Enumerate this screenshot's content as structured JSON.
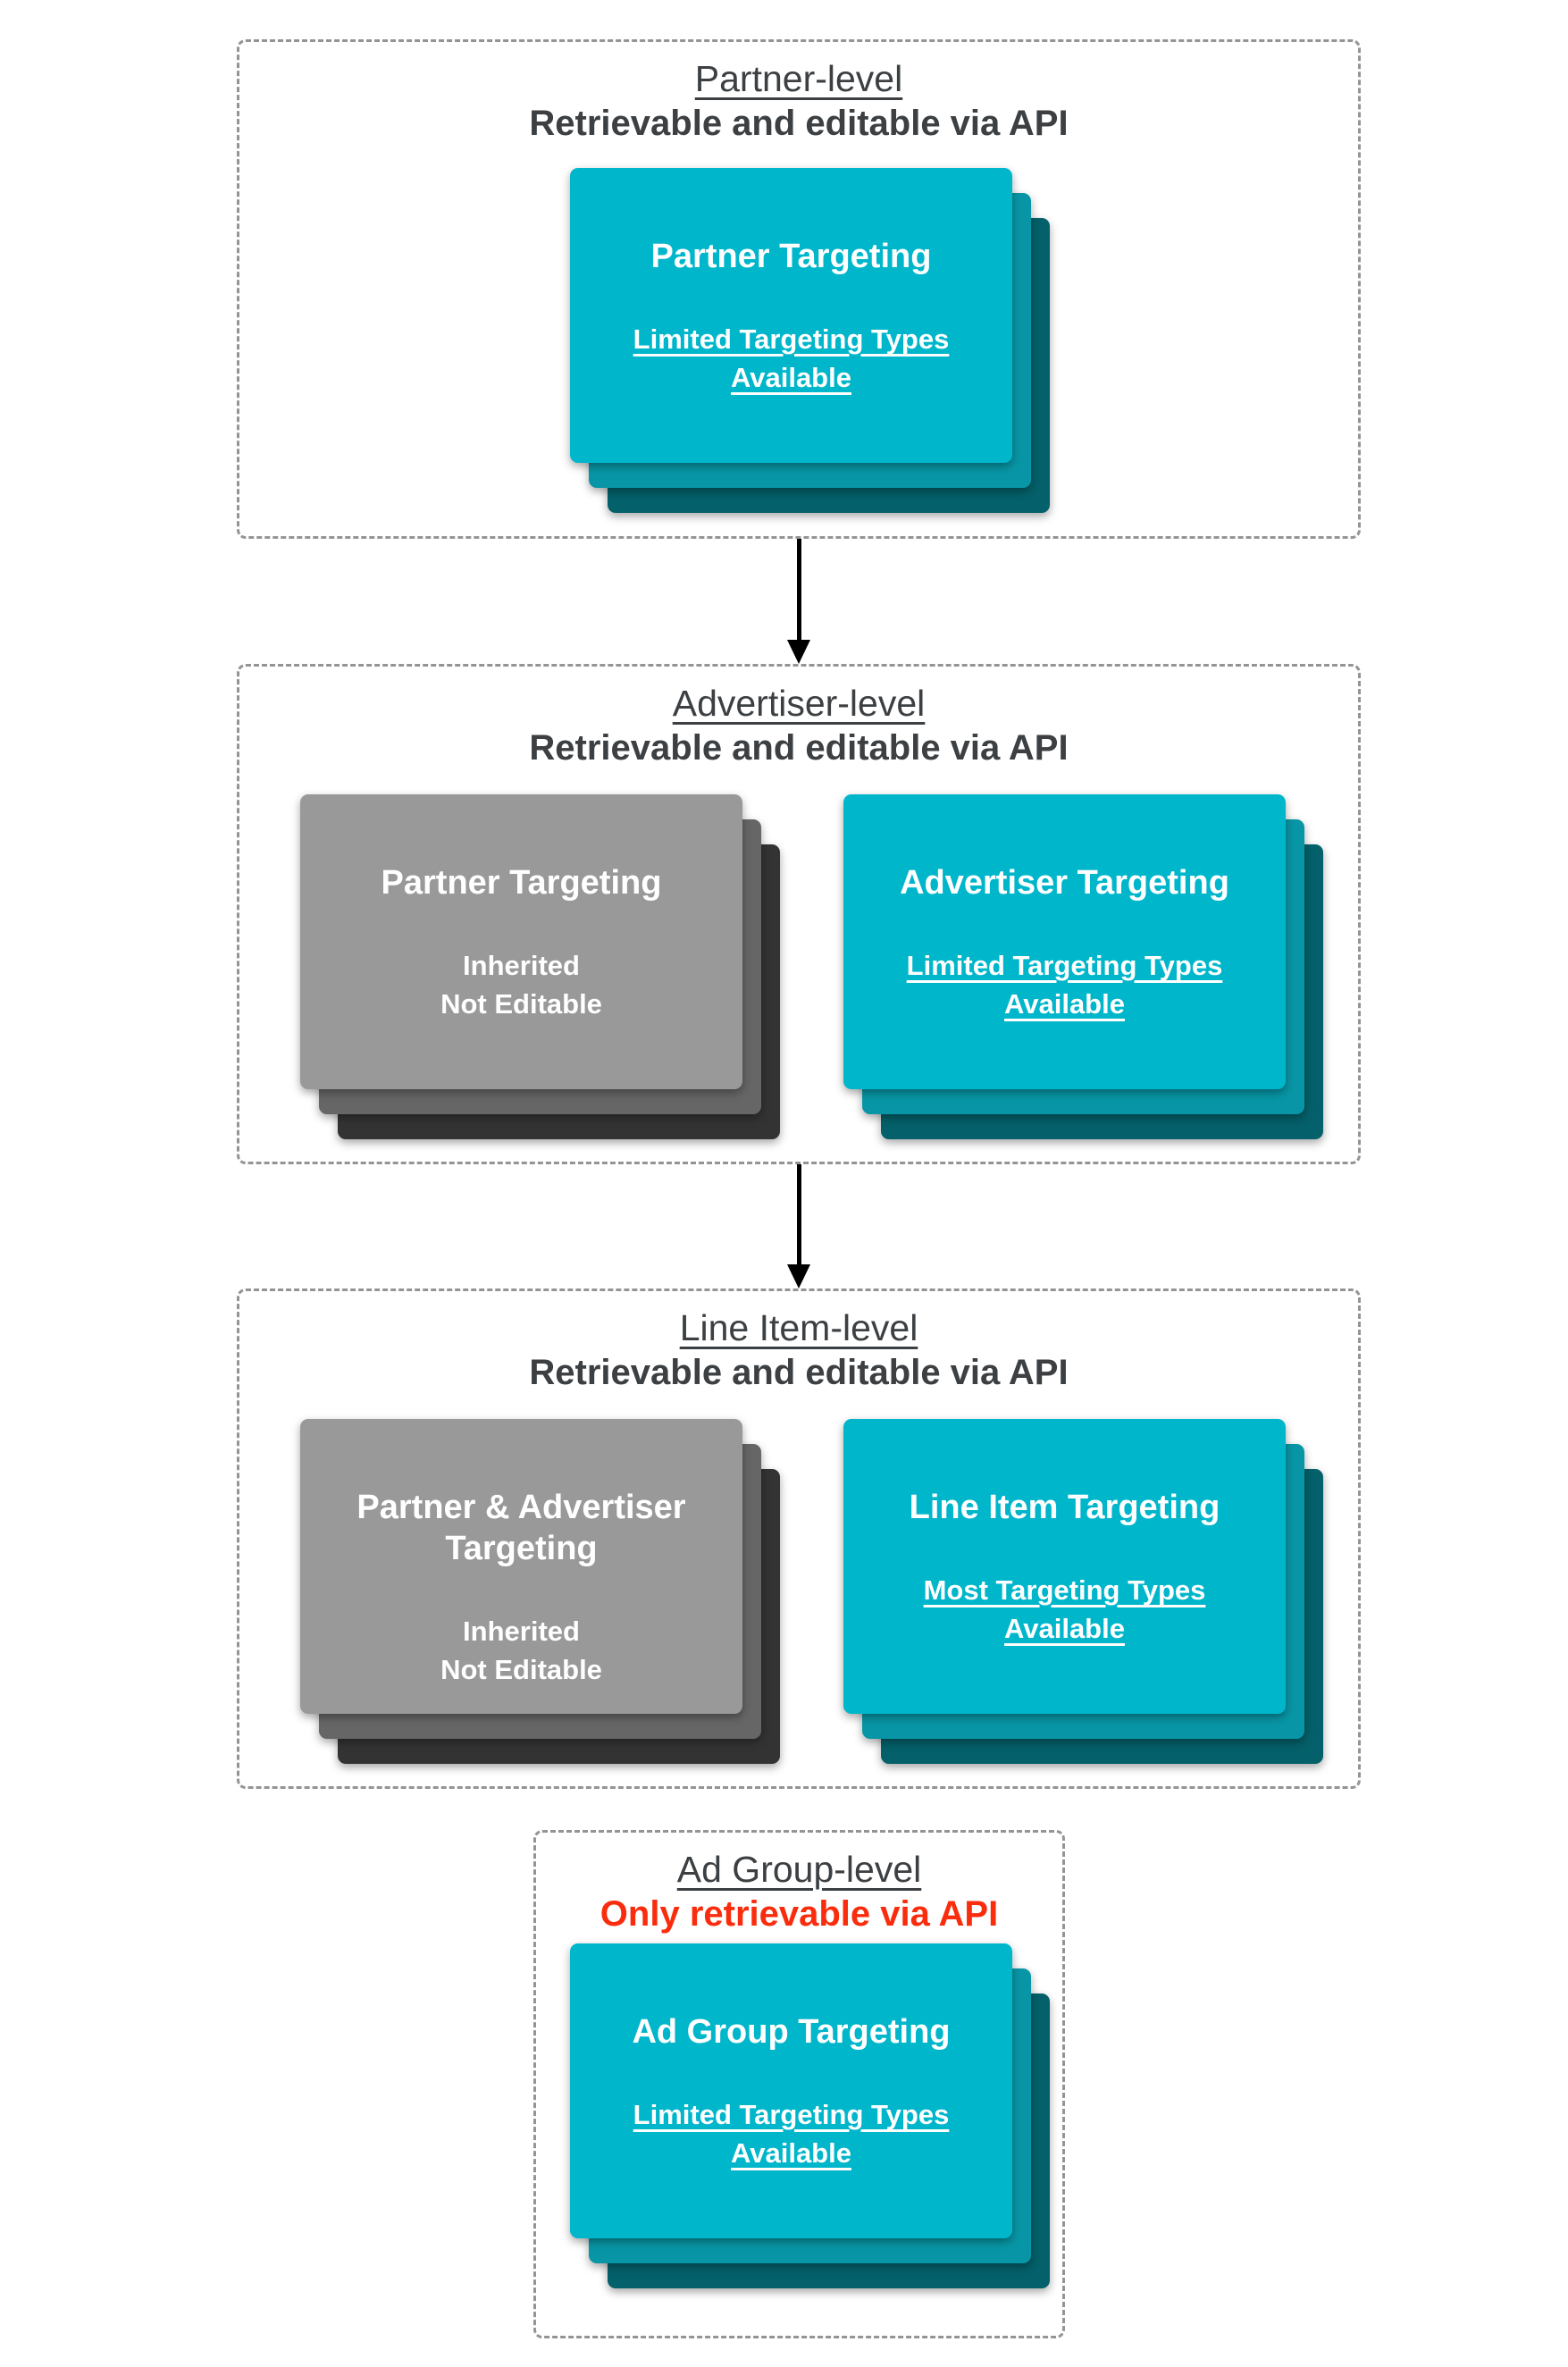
{
  "colors": {
    "teal-front": "#00b6cb",
    "teal-mid": "#0896a6",
    "teal-back": "#04606a",
    "gray-front": "#999999",
    "gray-mid": "#666666",
    "gray-back": "#333333",
    "heading": "#3c4043",
    "alert-red": "#f92d0d",
    "dash": "#949494",
    "arrow": "#000000",
    "card-text": "#ffffff"
  },
  "sections": [
    {
      "title": "Partner-level",
      "subtitle": "Retrievable and editable via API",
      "cards": [
        {
          "variant": "teal",
          "title_lines": [
            "Partner Targeting"
          ],
          "subtitle_lines": [
            "Limited Targeting Types",
            "Available"
          ],
          "subtitle_underlined": true
        }
      ]
    },
    {
      "title": "Advertiser-level",
      "subtitle": "Retrievable and editable via API",
      "cards": [
        {
          "variant": "gray",
          "title_lines": [
            "Partner Targeting"
          ],
          "subtitle_lines": [
            "Inherited",
            "Not Editable"
          ],
          "subtitle_underlined": false
        },
        {
          "variant": "teal",
          "title_lines": [
            "Advertiser Targeting"
          ],
          "subtitle_lines": [
            "Limited Targeting Types",
            "Available"
          ],
          "subtitle_underlined": true
        }
      ]
    },
    {
      "title": "Line Item-level",
      "subtitle": "Retrievable and editable via API",
      "cards": [
        {
          "variant": "gray",
          "title_lines": [
            "Partner & Advertiser",
            "Targeting"
          ],
          "subtitle_lines": [
            "Inherited",
            "Not Editable"
          ],
          "subtitle_underlined": false
        },
        {
          "variant": "teal",
          "title_lines": [
            "Line Item Targeting"
          ],
          "subtitle_lines": [
            "Most Targeting Types",
            "Available"
          ],
          "subtitle_underlined": true
        }
      ]
    },
    {
      "title": "Ad Group-level",
      "subtitle": "Only retrievable via API",
      "cards": [
        {
          "variant": "teal",
          "title_lines": [
            "Ad Group Targeting"
          ],
          "subtitle_lines": [
            "Limited Targeting Types",
            "Available"
          ],
          "subtitle_underlined": true
        }
      ]
    }
  ]
}
